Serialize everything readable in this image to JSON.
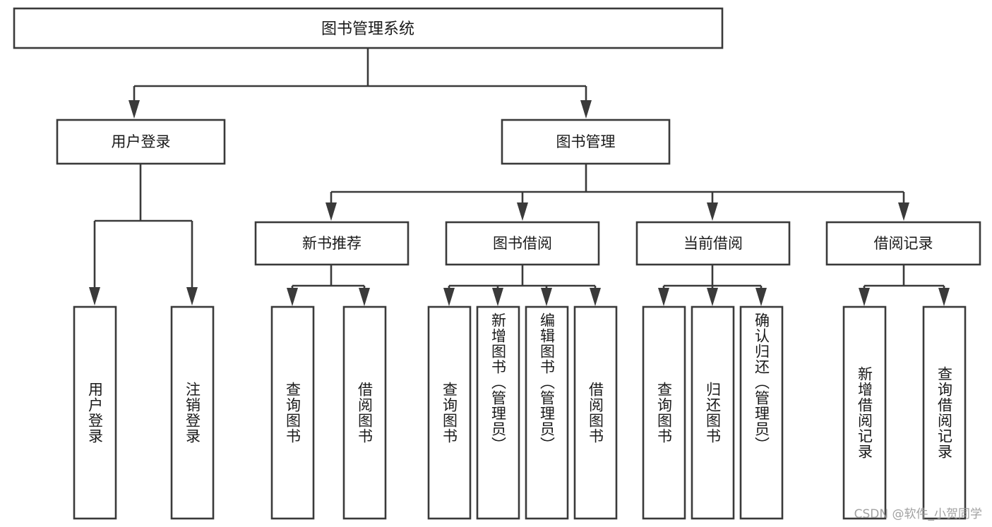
{
  "diagram": {
    "title": "图书管理系统",
    "type": "tree",
    "watermark": "CSDN @软件_小贺同学",
    "colors": {
      "box_stroke": "#3a3a3a",
      "box_fill": "#ffffff",
      "text": "#1a1a1a",
      "background": "#ffffff",
      "watermark": "#9a9a9a"
    },
    "root": {
      "id": "root",
      "label": "图书管理系统"
    },
    "level2": [
      {
        "id": "user-login",
        "label": "用户登录"
      },
      {
        "id": "book-manage",
        "label": "图书管理"
      }
    ],
    "level3": [
      {
        "id": "new-book-recommend",
        "label": "新书推荐",
        "parent": "book-manage"
      },
      {
        "id": "book-borrow",
        "label": "图书借阅",
        "parent": "book-manage"
      },
      {
        "id": "current-borrow",
        "label": "当前借阅",
        "parent": "book-manage"
      },
      {
        "id": "borrow-record",
        "label": "借阅记录",
        "parent": "book-manage"
      }
    ],
    "leaves": [
      {
        "id": "leaf-user-login",
        "label": "用户登录",
        "parent": "user-login"
      },
      {
        "id": "leaf-user-logout",
        "label": "注销登录",
        "parent": "user-login"
      },
      {
        "id": "leaf-query-book-1",
        "label": "查询图书",
        "parent": "new-book-recommend"
      },
      {
        "id": "leaf-borrow-book-1",
        "label": "借阅图书",
        "parent": "new-book-recommend"
      },
      {
        "id": "leaf-query-book-2",
        "label": "查询图书",
        "parent": "book-borrow"
      },
      {
        "id": "leaf-add-book",
        "label": "新增图书（管理员）",
        "parent": "book-borrow"
      },
      {
        "id": "leaf-edit-book",
        "label": "编辑图书（管理员）",
        "parent": "book-borrow"
      },
      {
        "id": "leaf-borrow-book-2",
        "label": "借阅图书",
        "parent": "book-borrow"
      },
      {
        "id": "leaf-query-book-3",
        "label": "查询图书",
        "parent": "current-borrow"
      },
      {
        "id": "leaf-return-book",
        "label": "归还图书",
        "parent": "current-borrow"
      },
      {
        "id": "leaf-confirm-return",
        "label": "确认归还（管理员）",
        "parent": "current-borrow"
      },
      {
        "id": "leaf-add-record",
        "label": "新增借阅记录",
        "parent": "borrow-record"
      },
      {
        "id": "leaf-query-record",
        "label": "查询借阅记录",
        "parent": "borrow-record"
      }
    ]
  }
}
